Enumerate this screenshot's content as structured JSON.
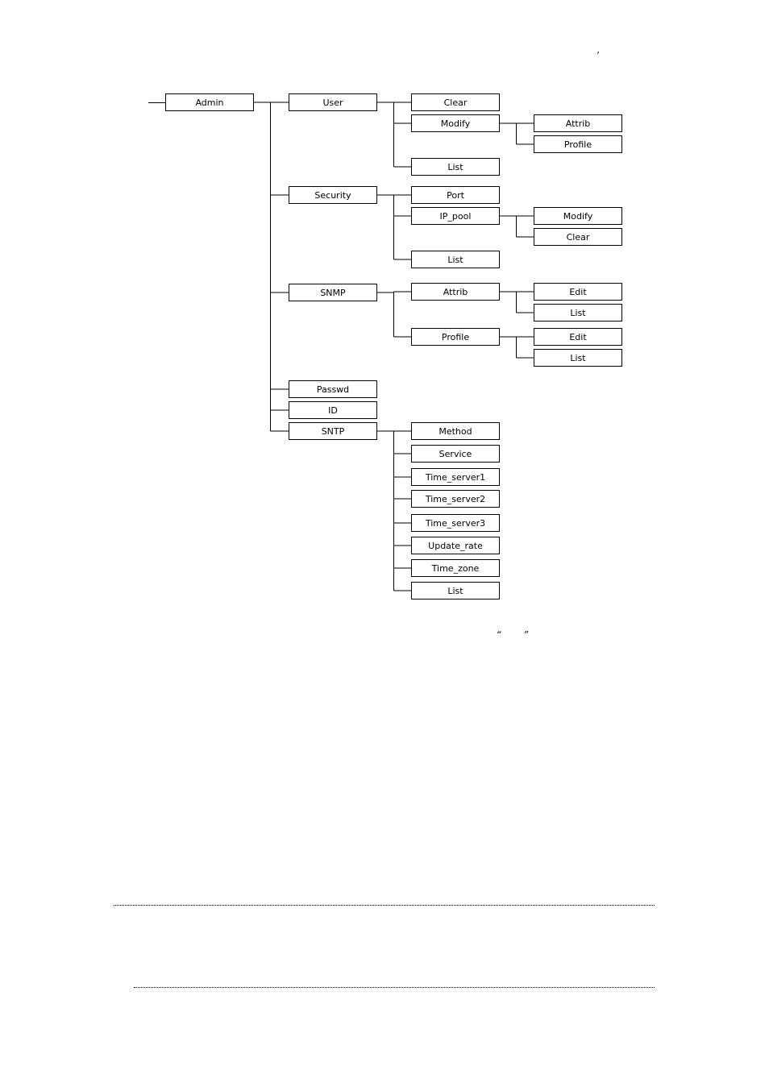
{
  "marks": {
    "apostrophe": "’",
    "quote_open": "“",
    "quote_close": "”"
  },
  "tree": {
    "label": "Admin",
    "children": [
      {
        "label": "User",
        "children": [
          {
            "label": "Clear"
          },
          {
            "label": "Modify",
            "children": [
              {
                "label": "Attrib"
              },
              {
                "label": "Profile"
              }
            ]
          },
          {
            "label": "List"
          }
        ]
      },
      {
        "label": "Security",
        "children": [
          {
            "label": "Port"
          },
          {
            "label": "IP_pool",
            "children": [
              {
                "label": "Modify"
              },
              {
                "label": "Clear"
              }
            ]
          },
          {
            "label": "List"
          }
        ]
      },
      {
        "label": "SNMP",
        "children": [
          {
            "label": "Attrib",
            "children": [
              {
                "label": "Edit"
              },
              {
                "label": "List"
              }
            ]
          },
          {
            "label": "Profile",
            "children": [
              {
                "label": "Edit"
              },
              {
                "label": "List"
              }
            ]
          }
        ]
      },
      {
        "label": "Passwd"
      },
      {
        "label": "ID"
      },
      {
        "label": "SNTP",
        "children": [
          {
            "label": "Method"
          },
          {
            "label": "Service"
          },
          {
            "label": "Time_server1"
          },
          {
            "label": "Time_server2"
          },
          {
            "label": "Time_server3"
          },
          {
            "label": "Update_rate"
          },
          {
            "label": "Time_zone"
          },
          {
            "label": "List"
          }
        ]
      }
    ]
  }
}
